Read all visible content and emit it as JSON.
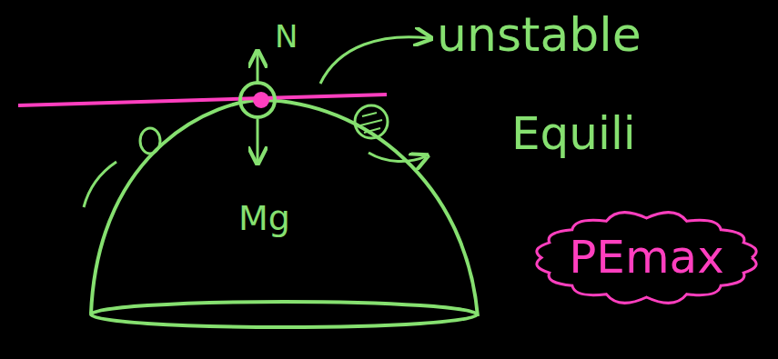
{
  "diagram": {
    "nodes": [
      {
        "text": [
          "PEmax"
        ]
      }
    ],
    "labels": [
      "N",
      "unstable",
      "Equili",
      "Mg"
    ]
  }
}
